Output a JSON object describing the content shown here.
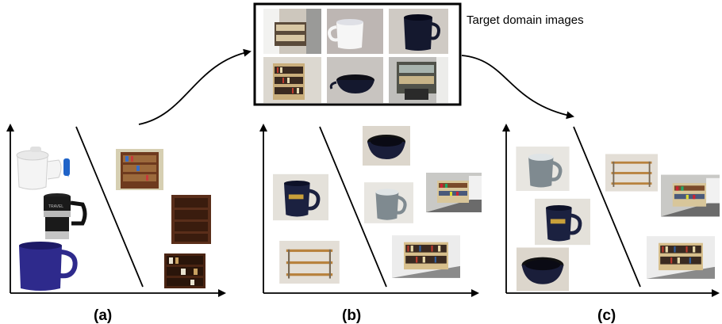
{
  "target_box": {
    "label": "Target domain images"
  },
  "panels": [
    {
      "label": "(a)"
    },
    {
      "label": "(b)"
    },
    {
      "label": "(c)"
    }
  ],
  "icons": {
    "mug": "mug-icon",
    "bowl": "bowl-icon",
    "bookshelf": "bookshelf-icon",
    "wall-shelf": "wall-shelf-icon",
    "travel-mug": "travel-mug-icon",
    "lidded-mug": "lidded-mug-icon"
  },
  "colors": {
    "line": "#000000",
    "navy_mug": "#1b2140",
    "purple_mug": "#2e2a8c",
    "wood_dark": "#5a2e1a",
    "wood_light": "#b8823e",
    "photo_bg": "#d9d4cc"
  }
}
